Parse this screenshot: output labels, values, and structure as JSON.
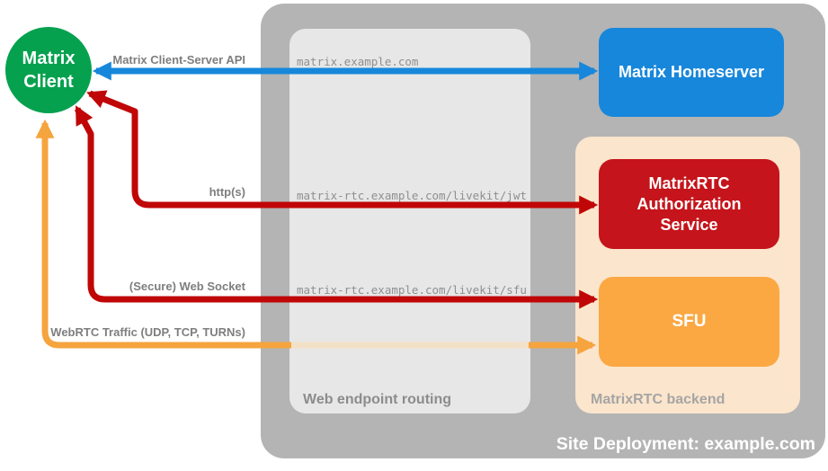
{
  "client": {
    "label": "Matrix Client",
    "color": "#05A14F",
    "text_color": "#FFFFFF"
  },
  "deployment": {
    "title": "Site Deployment: example.com",
    "box_color": "#B4B4B4",
    "title_color": "#FFFFFF"
  },
  "routing": {
    "label": "Web endpoint routing",
    "box_color": "#E7E7E7",
    "label_color": "#8C8C8C",
    "endpoints": [
      "matrix.example.com",
      "matrix-rtc.example.com/livekit/jwt",
      "matrix-rtc.example.com/livekit/sfu"
    ],
    "endpoint_text_color": "#8F8F8F"
  },
  "backend": {
    "label": "MatrixRTC backend",
    "box_color": "#FBE5CC",
    "label_color": "#A5A5A5"
  },
  "nodes": {
    "homeserver": {
      "label": "Matrix Homeserver",
      "color": "#1787DB"
    },
    "auth_service": {
      "label": "MatrixRTC Authorization Service",
      "color": "#C5141B"
    },
    "sfu": {
      "label": "SFU",
      "color": "#FBA843"
    }
  },
  "connections": [
    {
      "id": "client-homeserver",
      "label": "Matrix Client-Server API",
      "color": "#1787DB",
      "arrows": "both"
    },
    {
      "id": "client-auth-service",
      "label": "http(s)",
      "color": "#C00606",
      "arrows": "both"
    },
    {
      "id": "client-sfu-websocket",
      "label": "(Secure) Web Socket",
      "color": "#C00606",
      "arrows": "both"
    },
    {
      "id": "client-sfu-webrtc",
      "label": "WebRTC Traffic (UDP, TCP, TURNs)",
      "color": "#F5A43E",
      "arrows": "both"
    }
  ],
  "connection_label_color": "#7E7E7E"
}
